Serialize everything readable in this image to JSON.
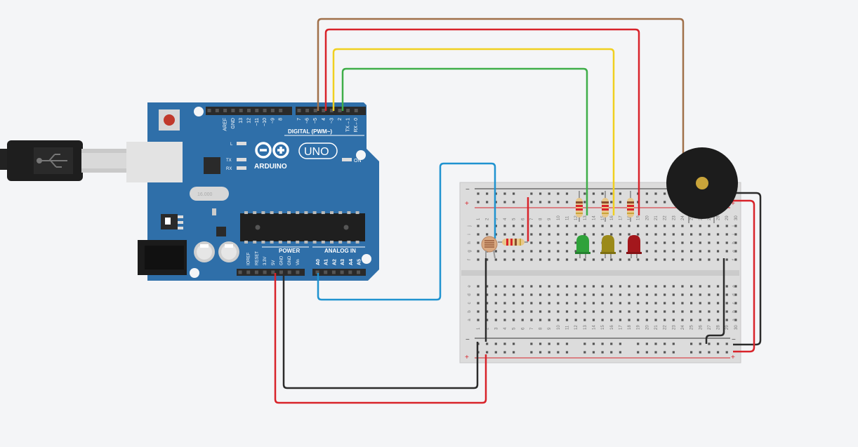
{
  "board": {
    "brand": "ARDUINO",
    "model": "UNO",
    "digital_header": "DIGITAL (PWM~)",
    "power_header": "POWER",
    "analog_header": "ANALOG IN",
    "on_label": "ON",
    "led_l": "L",
    "led_tx": "TX",
    "led_rx": "RX",
    "digital_pins": [
      "AREF",
      "GND",
      "13",
      "12",
      "~11",
      "~10",
      "~9",
      "8",
      "7",
      "~6",
      "~5",
      "4",
      "~3",
      "2",
      "TX→1",
      "RX←0"
    ],
    "power_pins": [
      "IOREF",
      "RESET",
      "3.3V",
      "5V",
      "GND",
      "GND",
      "Vin"
    ],
    "analog_pins": [
      "A0",
      "A1",
      "A2",
      "A3",
      "A4",
      "A5"
    ],
    "crystal_text": "16.000"
  },
  "breadboard": {
    "rail_minus": "−",
    "rail_plus": "+",
    "row_letters_top": [
      "j",
      "i",
      "h",
      "g",
      "f"
    ],
    "row_letters_bottom": [
      "e",
      "d",
      "c",
      "b",
      "a"
    ],
    "column_numbers": [
      "1",
      "2",
      "3",
      "4",
      "5",
      "6",
      "7",
      "8",
      "9",
      "10",
      "11",
      "12",
      "13",
      "14",
      "15",
      "16",
      "17",
      "18",
      "19",
      "20",
      "21",
      "22",
      "23",
      "24",
      "25",
      "26",
      "27",
      "28",
      "29",
      "30"
    ]
  },
  "components": {
    "leds": [
      "green",
      "yellow",
      "red"
    ],
    "colors": {
      "board_blue": "#2f6fa9",
      "wire_brown": "#a0704a",
      "wire_red": "#d8232a",
      "wire_yellow": "#f0d020",
      "wire_green": "#3fae49",
      "wire_blue": "#1f93d0",
      "wire_black": "#2b2b2b",
      "led_green": "#2fa23a",
      "led_yellow": "#9b8a1a",
      "led_red": "#a3171c"
    }
  }
}
